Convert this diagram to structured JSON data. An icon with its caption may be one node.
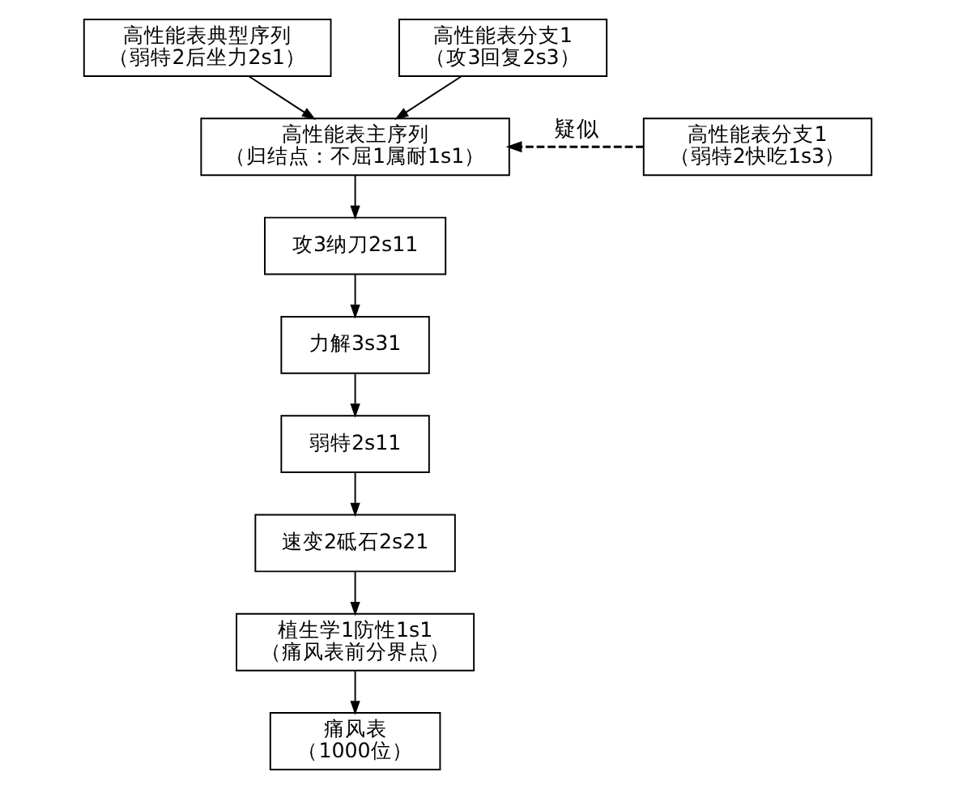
{
  "diagram": {
    "nodes": [
      {
        "text": [
          "高性能表典型序列",
          "（弱特2后坐力2s1）"
        ]
      },
      {
        "text": [
          "高性能表分支1",
          "（攻3回复2s3）"
        ]
      },
      {
        "text": [
          "高性能表主序列",
          "（归结点：不屈1属耐1s1）"
        ]
      },
      {
        "text": [
          "高性能表分支1",
          "（弱特2快吃1s3）"
        ]
      },
      {
        "text": [
          "攻3纳刀2s11"
        ]
      },
      {
        "text": [
          "力解3s31"
        ]
      },
      {
        "text": [
          "弱特2s11"
        ]
      },
      {
        "text": [
          "速变2砥石2s21"
        ]
      },
      {
        "text": [
          "植生学1防性1s1",
          "（痛风表前分界点）"
        ]
      },
      {
        "text": [
          "痛风表",
          "（1000位）"
        ]
      }
    ],
    "edges": [
      {
        "from": 0,
        "to": 2,
        "arrow": "to"
      },
      {
        "from": 1,
        "to": 2,
        "arrow": "to"
      },
      {
        "from": 3,
        "to": 2,
        "arrow": "to",
        "style": "dashed",
        "label": "疑似"
      },
      {
        "from": 2,
        "to": 4,
        "arrow": "to"
      },
      {
        "from": 4,
        "to": 5,
        "arrow": "to"
      },
      {
        "from": 5,
        "to": 6,
        "arrow": "to"
      },
      {
        "from": 6,
        "to": 7,
        "arrow": "to"
      },
      {
        "from": 7,
        "to": 8,
        "arrow": "to"
      },
      {
        "from": 8,
        "to": 9,
        "arrow": "to"
      }
    ]
  }
}
